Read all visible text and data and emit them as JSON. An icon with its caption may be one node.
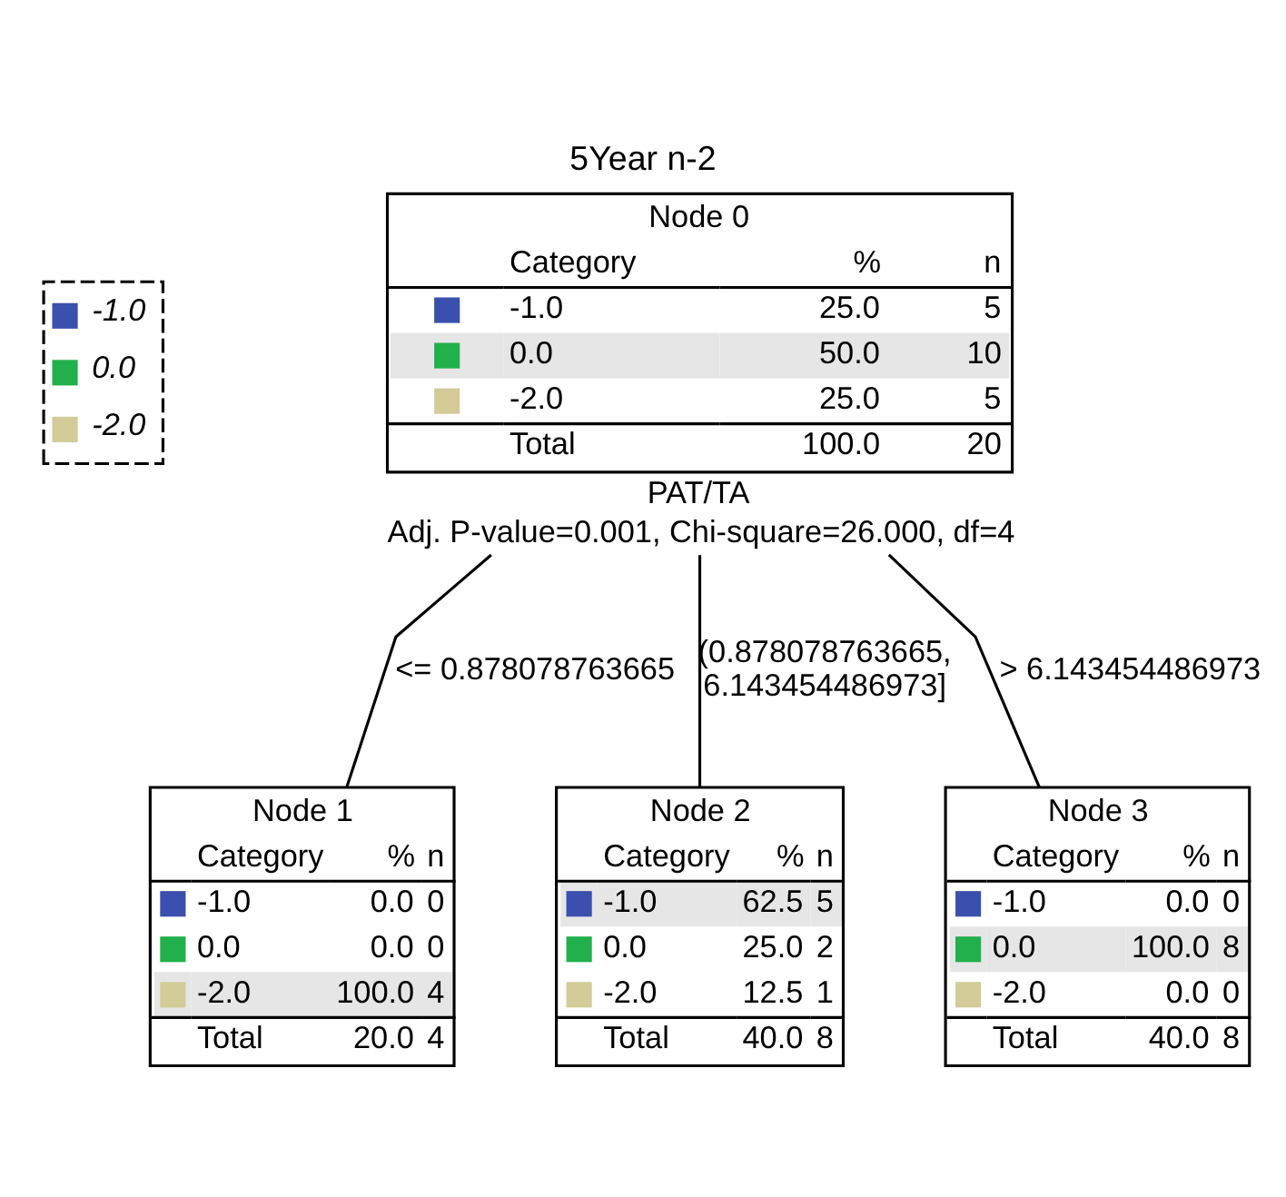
{
  "diagram": {
    "title": "5Year n-2",
    "nodes": [
      {
        "text": [
          "Node 0",
          "Category",
          "%",
          "n",
          "-1.0",
          "25.0",
          "5",
          "0.0",
          "50.0",
          "10",
          "-2.0",
          "25.0",
          "5",
          "Total",
          "100.0",
          "20"
        ],
        "beside": [
          "PAT/TA",
          "Adj. P-value=0.001, Chi-square=26.000, df=4"
        ]
      },
      {
        "text": [
          "Node 1",
          "Category",
          "%",
          "n",
          "-1.0",
          "0.0",
          "0",
          "0.0",
          "0.0",
          "0",
          "-2.0",
          "100.0",
          "4",
          "Total",
          "20.0",
          "4"
        ]
      },
      {
        "text": [
          "Node 2",
          "Category",
          "%",
          "n",
          "-1.0",
          "62.5",
          "5",
          "0.0",
          "25.0",
          "2",
          "-2.0",
          "12.5",
          "1",
          "Total",
          "40.0",
          "8"
        ]
      },
      {
        "text": [
          "Node 3",
          "Category",
          "%",
          "n",
          "-1.0",
          "0.0",
          "0",
          "0.0",
          "100.0",
          "8",
          "-2.0",
          "0.0",
          "0",
          "Total",
          "40.0",
          "8"
        ]
      }
    ],
    "edges": [
      {
        "from": 0,
        "to": 1,
        "arrow": "none",
        "label": "<= 0.878078763665"
      },
      {
        "from": 0,
        "to": 2,
        "arrow": "none",
        "label": "(0.878078763665, 6.143454486973]"
      },
      {
        "from": 0,
        "to": 3,
        "arrow": "none",
        "label": "> 6.143454486973"
      }
    ],
    "legend": [
      {
        "text": "-1.0",
        "color": "#3b4fae"
      },
      {
        "text": "0.0",
        "color": "#21b04b"
      },
      {
        "text": "-2.0",
        "color": "#d3cc98"
      }
    ]
  }
}
